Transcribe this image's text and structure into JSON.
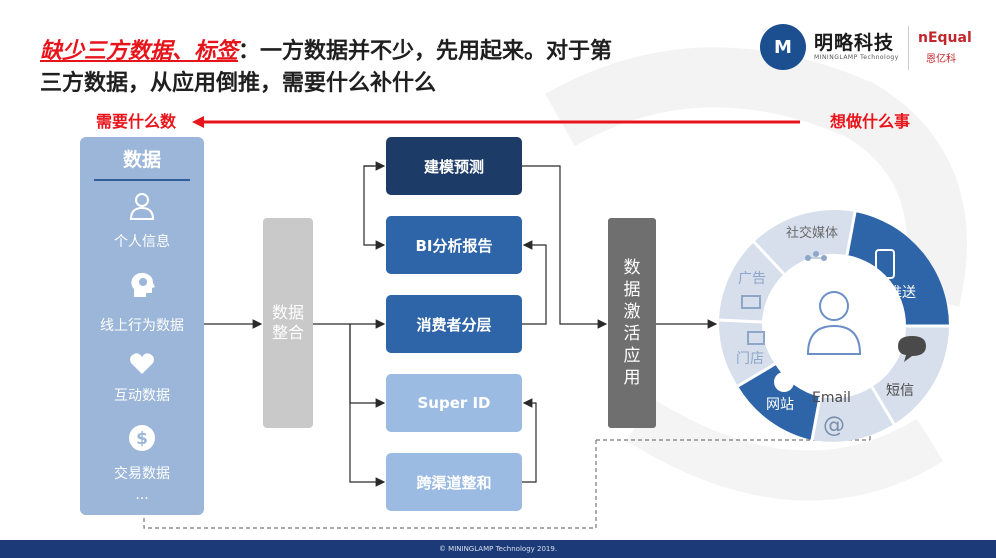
{
  "title": {
    "highlight": "缺少三方数据、标签",
    "rest_line1": "：一方数据并不少，先用起来。对于第",
    "line2": "三方数据，从应用倒推，需要什么补什么"
  },
  "logo": {
    "mark": "M",
    "name_cn": "明略科技",
    "name_en": "MININGLAMP Technology",
    "partner_name": "nEqual",
    "partner_cn": "恩亿科"
  },
  "arrow": {
    "left_label": "需要什么数",
    "right_label": "想做什么事"
  },
  "data_panel": {
    "title": "数据",
    "items": [
      {
        "label": "个人信息",
        "icon": "person-icon"
      },
      {
        "label": "线上行为数据",
        "icon": "head-brain-icon"
      },
      {
        "label": "互动数据",
        "icon": "heart-icon"
      },
      {
        "label": "交易数据",
        "icon": "dollar-icon"
      }
    ],
    "ellipsis": "..."
  },
  "integration": {
    "label": "数据整合"
  },
  "modules": [
    {
      "label": "建模预测",
      "tone": "dark"
    },
    {
      "label": "BI分析报告",
      "tone": "mid"
    },
    {
      "label": "消费者分层",
      "tone": "mid"
    },
    {
      "label": "Super ID",
      "tone": "light"
    },
    {
      "label": "跨渠道整和",
      "tone": "light"
    }
  ],
  "activation": {
    "label": "数据激活应用"
  },
  "channels": [
    {
      "label": "社交媒体",
      "icon": "social-network-icon"
    },
    {
      "label": "推送",
      "icon": "phone-icon"
    },
    {
      "label": "短信",
      "icon": "chat-bubbles-icon"
    },
    {
      "label": "Email",
      "icon": "at-sign-icon"
    },
    {
      "label": "网站",
      "icon": "globe-icon"
    },
    {
      "label": "门店",
      "icon": "store-icon"
    },
    {
      "label": "广告",
      "icon": "billboard-icon"
    }
  ],
  "footer": {
    "text": "© MININGLAMP Technology 2019."
  },
  "colors": {
    "red": "#e8141b",
    "dark_blue": "#1c3b66",
    "mid_blue": "#2e64a8",
    "light_blue": "#9bbbe3",
    "panel_blue": "#9bb6d8",
    "gray_box": "#c9c9c9",
    "dark_gray": "#6f6f6f",
    "footer_blue": "#1c3a78"
  }
}
